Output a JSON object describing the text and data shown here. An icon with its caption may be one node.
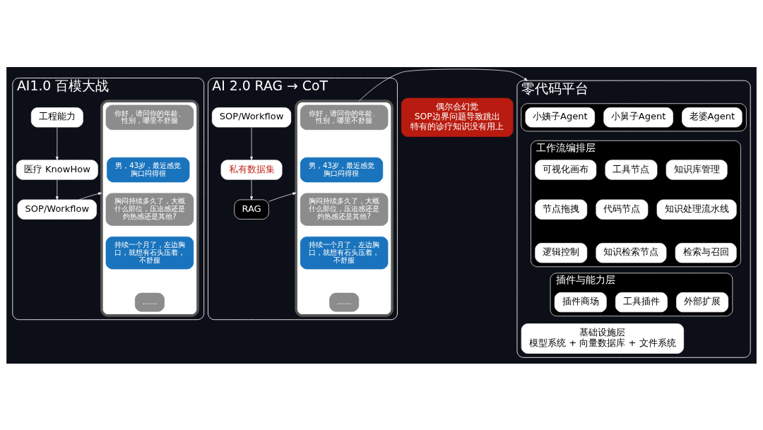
{
  "diagram": {
    "nodes": [
      {
        "text": [
          "AI1.0 百模大战"
        ]
      },
      {
        "text": [
          "工程能力"
        ],
        "in": 0
      },
      {
        "text": [
          "医疗 KnowHow"
        ],
        "in": 0
      },
      {
        "text": [
          "SOP/Workflow"
        ],
        "in": 0
      },
      {
        "text": [],
        "shape": "phone",
        "in": 0
      },
      {
        "text": [
          "你好，请问你的年龄、性别，哪里不舒服"
        ],
        "in": 4
      },
      {
        "text": [
          "男，43岁，最近感觉胸口闷得很"
        ],
        "in": 4
      },
      {
        "text": [
          "胸闷持续多久了，大概什么部位，压迫感还是灼热感还是其他?"
        ],
        "in": 4
      },
      {
        "text": [
          "持续一个月了，左边胸口，就想有石头压着，不舒服"
        ],
        "in": 4
      },
      {
        "text": [
          "……"
        ],
        "in": 4
      },
      {
        "text": [
          "AI 2.0 RAG → CoT"
        ]
      },
      {
        "text": [
          "SOP/Workflow"
        ],
        "in": 10
      },
      {
        "text": [
          "私有数据集"
        ],
        "in": 10
      },
      {
        "text": [
          "RAG"
        ],
        "in": 10
      },
      {
        "text": [],
        "shape": "phone",
        "in": 10
      },
      {
        "text": [
          "你好，请问你的年龄、性别，哪里不舒服"
        ],
        "in": 14
      },
      {
        "text": [
          "男，43岁，最近感觉胸口闷得很"
        ],
        "in": 14
      },
      {
        "text": [
          "胸闷持续多久了，大概什么部位，压迫感还是灼热感还是其他?"
        ],
        "in": 14
      },
      {
        "text": [
          "持续一个月了，左边胸口，就想有石头压着，不舒服"
        ],
        "in": 14
      },
      {
        "text": [
          "……"
        ],
        "in": 14
      },
      {
        "text": [
          "偶尔会幻觉",
          "SOP边界问题导致跳出",
          "特有的诊疗知识没有用上"
        ]
      },
      {
        "text": [
          "零代码平台"
        ]
      },
      {
        "text": [],
        "shape": "box",
        "in": 21
      },
      {
        "text": [
          "小姨子Agent"
        ],
        "in": 22
      },
      {
        "text": [
          "小舅子Agent"
        ],
        "in": 22
      },
      {
        "text": [
          "老婆Agent"
        ],
        "in": 22
      },
      {
        "text": [
          "工作流编排层"
        ],
        "in": 21
      },
      {
        "text": [
          "可视化画布"
        ],
        "in": 26
      },
      {
        "text": [
          "工具节点"
        ],
        "in": 26
      },
      {
        "text": [
          "知识库管理"
        ],
        "in": 26
      },
      {
        "text": [
          "节点拖拽"
        ],
        "in": 26
      },
      {
        "text": [
          "代码节点"
        ],
        "in": 26
      },
      {
        "text": [
          "知识处理流水线"
        ],
        "in": 26
      },
      {
        "text": [
          "逻辑控制"
        ],
        "in": 26
      },
      {
        "text": [
          "知识检索节点"
        ],
        "in": 26
      },
      {
        "text": [
          "检索与召回"
        ],
        "in": 26
      },
      {
        "text": [
          "插件与能力层"
        ],
        "in": 21
      },
      {
        "text": [
          "插件商场"
        ],
        "in": 36
      },
      {
        "text": [
          "工具插件"
        ],
        "in": 36
      },
      {
        "text": [
          "外部扩展"
        ],
        "in": 36
      },
      {
        "text": [
          "基础设施层",
          "模型系统 + 向量数据库 + 文件系统"
        ],
        "in": 21
      }
    ],
    "edges": [
      {
        "from": 1,
        "to": 2,
        "arrow": "to"
      },
      {
        "from": 2,
        "to": 3,
        "arrow": "to"
      },
      {
        "from": 3,
        "to": 4,
        "arrow": "to"
      },
      {
        "from": 11,
        "to": 12,
        "arrow": "to"
      },
      {
        "from": 12,
        "to": 13,
        "arrow": "to"
      },
      {
        "from": 13,
        "to": 14,
        "arrow": "to"
      },
      {
        "from": 14,
        "to": 21,
        "arrow": "to"
      }
    ]
  }
}
